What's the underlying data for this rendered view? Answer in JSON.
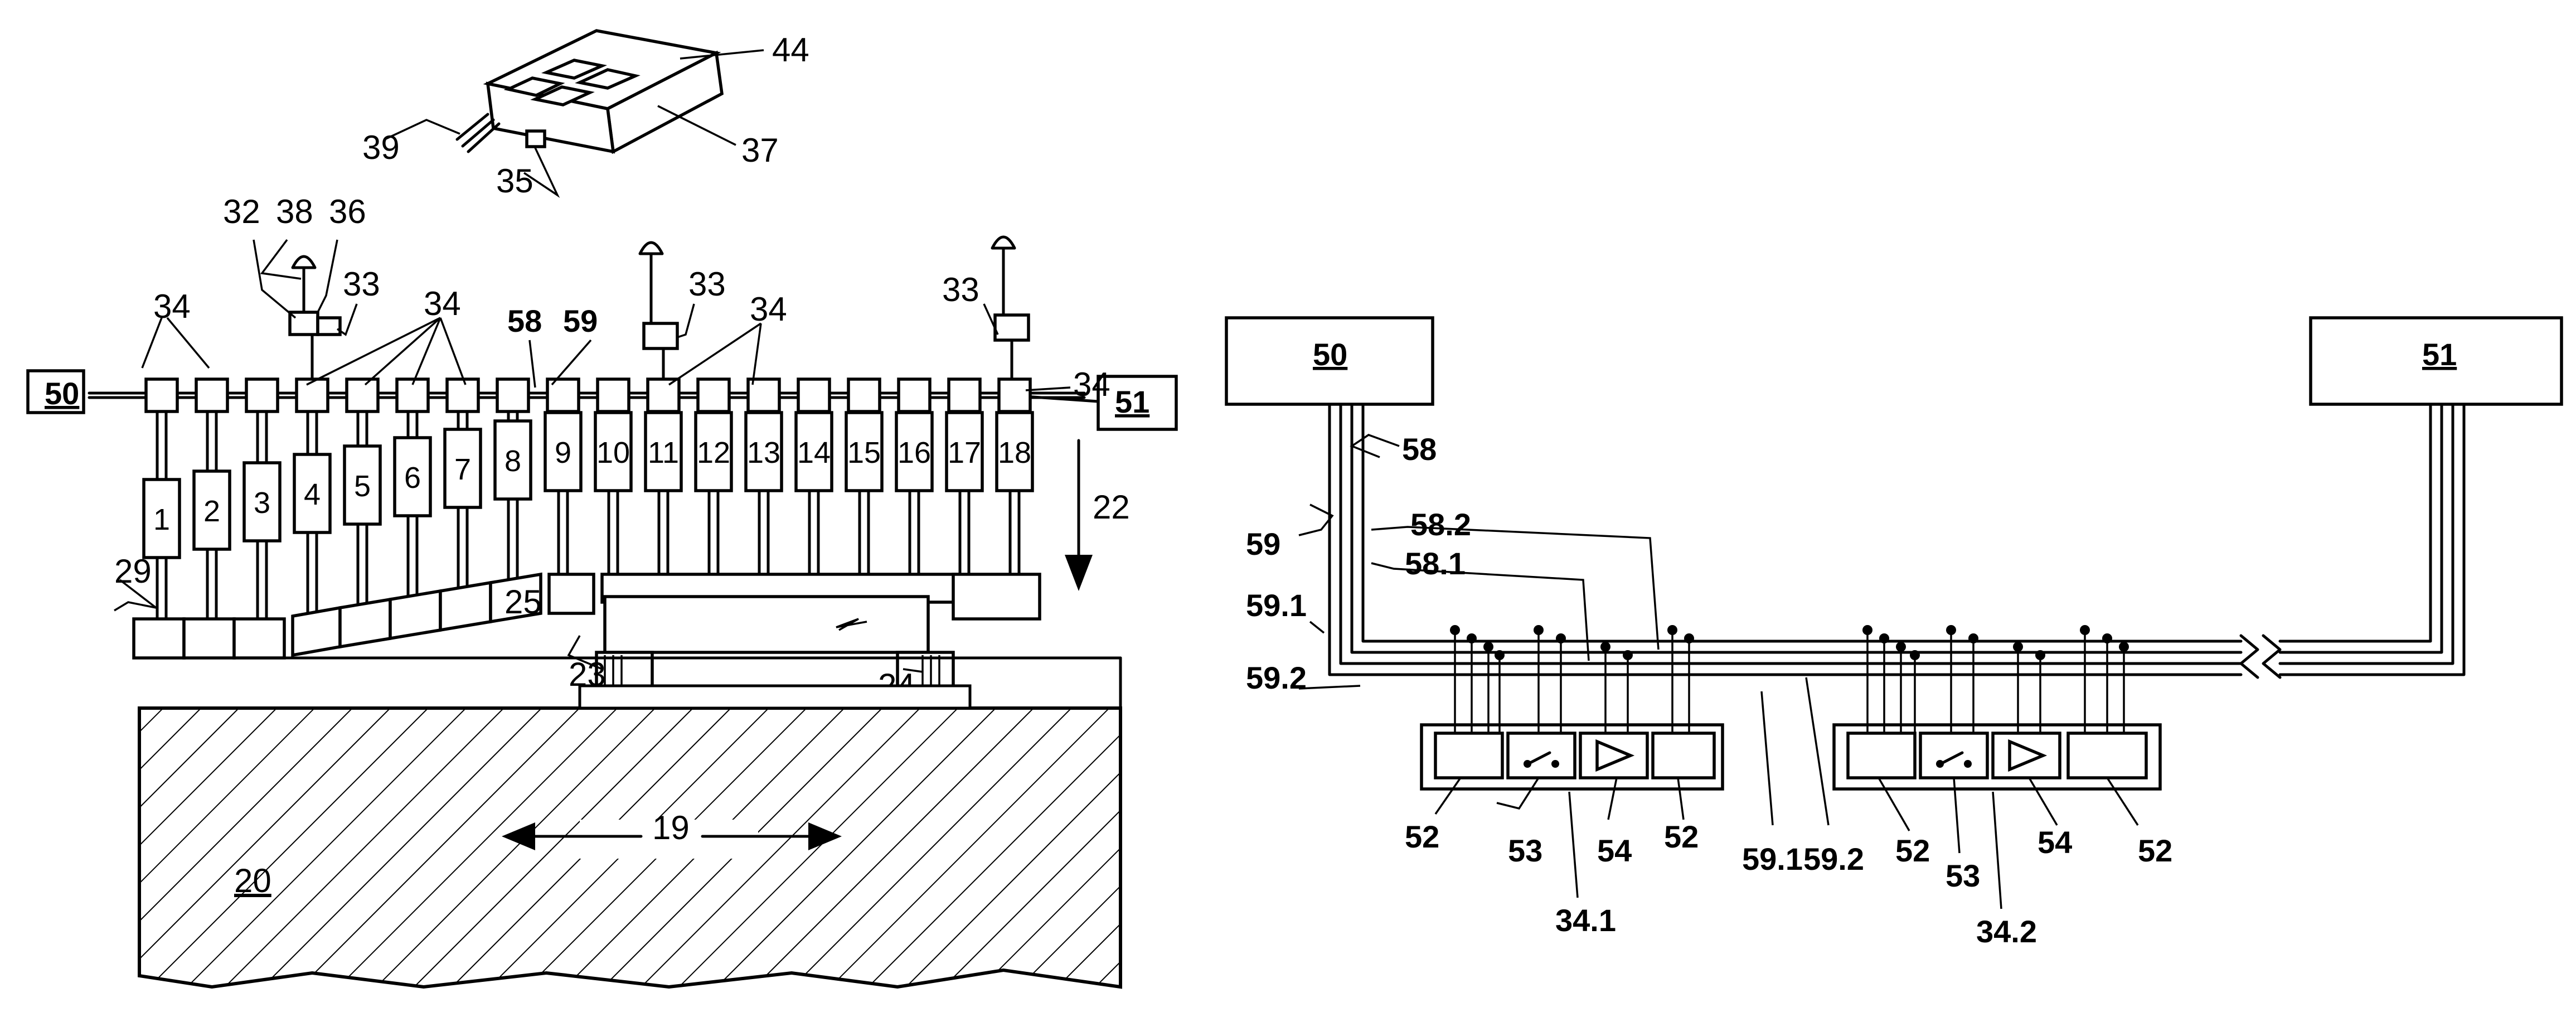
{
  "left_figure": {
    "device_labels": [
      "44",
      "39",
      "37",
      "35"
    ],
    "antenna_labels": [
      "32",
      "38",
      "36",
      "33"
    ],
    "bus_labels": {
      "node": "34",
      "wire_a": "58",
      "wire_b": "59"
    },
    "controller_left": "50",
    "controller_right": "51",
    "modules": [
      "1",
      "2",
      "3",
      "4",
      "5",
      "6",
      "7",
      "8",
      "9",
      "10",
      "11",
      "12",
      "13",
      "14",
      "15",
      "16",
      "17",
      "18"
    ],
    "arrow_down_label": "22",
    "support_labels": {
      "left_base": "29",
      "step": "25",
      "leg_left": "23",
      "leg_right": "24"
    },
    "ground_label": "20",
    "motion_label": "19"
  },
  "right_figure": {
    "controller_left": "50",
    "controller_right": "51",
    "wire_labels": {
      "w58": "58",
      "w59": "59",
      "w58_2": "58.2",
      "w58_1": "58.1",
      "w59_1": "59.1",
      "w59_2": "59.2"
    },
    "unit_1": {
      "name": "34.1",
      "labels": [
        "52",
        "53",
        "54",
        "52"
      ]
    },
    "unit_2": {
      "name": "34.2",
      "labels": [
        "52",
        "53",
        "54",
        "52"
      ]
    },
    "bottom_wire_labels": [
      "59.1",
      "59.2"
    ]
  }
}
